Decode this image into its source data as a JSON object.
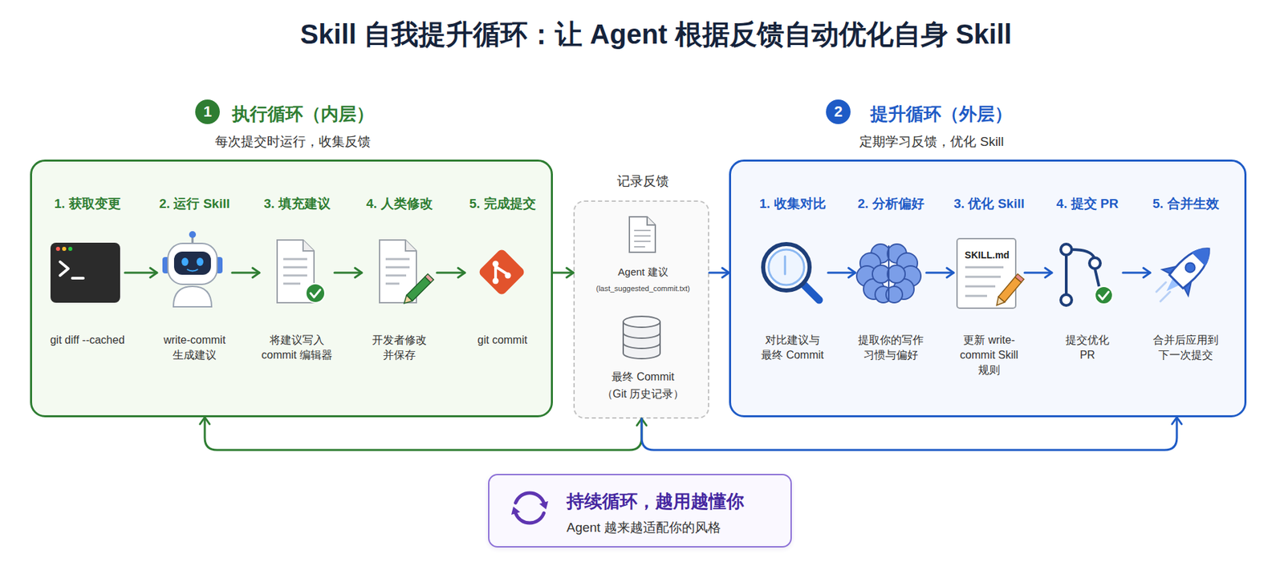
{
  "diagram": {
    "title": "Skill 自我提升循环：让 Agent 根据反馈自动优化自身 Skill",
    "nodes": [
      {
        "text": [
          "执行循环（内层）",
          "每次提交时运行，收集反馈"
        ]
      },
      {
        "text": [
          "1. 获取变更",
          "git diff --cached"
        ],
        "in": 0
      },
      {
        "text": [
          "2. 运行 Skill",
          "write-commit 生成建议"
        ],
        "in": 0
      },
      {
        "text": [
          "3. 填充建议",
          "将建议写入 commit 编辑器"
        ],
        "in": 0
      },
      {
        "text": [
          "4. 人类修改",
          "开发者修改 并保存"
        ],
        "in": 0
      },
      {
        "text": [
          "5. 完成提交",
          "git commit"
        ],
        "in": 0
      },
      {
        "text": [
          "记录反馈"
        ]
      },
      {
        "text": [
          "Agent 建议",
          "(last_suggested_commit.txt)"
        ],
        "in": 6
      },
      {
        "text": [
          "最终 Commit",
          "（Git 历史记录）"
        ],
        "in": 6
      },
      {
        "text": [
          "提升循环（外层）",
          "定期学习反馈，优化 Skill"
        ]
      },
      {
        "text": [
          "1. 收集对比",
          "对比建议与 最终 Commit"
        ],
        "in": 9
      },
      {
        "text": [
          "2. 分析偏好",
          "提取你的写作 习惯与偏好"
        ],
        "in": 9
      },
      {
        "text": [
          "3. 优化 Skill",
          "更新 write-commit Skill 规则"
        ],
        "in": 9
      },
      {
        "text": [
          "4. 提交 PR",
          "提交优化 PR"
        ],
        "in": 9
      },
      {
        "text": [
          "5. 合并生效",
          "合并后应用到 下一次提交"
        ],
        "in": 9
      },
      {
        "text": [
          "持续循环，越用越懂你",
          "Agent 越来越适配你的风格"
        ]
      }
    ],
    "edges": [
      {
        "from": 1,
        "to": 2,
        "arrow": "to"
      },
      {
        "from": 2,
        "to": 3,
        "arrow": "to"
      },
      {
        "from": 3,
        "to": 4,
        "arrow": "to"
      },
      {
        "from": 4,
        "to": 5,
        "arrow": "to"
      },
      {
        "from": 0,
        "to": 6,
        "arrow": "to"
      },
      {
        "from": 6,
        "to": 9,
        "arrow": "to"
      },
      {
        "from": 10,
        "to": 11,
        "arrow": "to"
      },
      {
        "from": 11,
        "to": 12,
        "arrow": "to"
      },
      {
        "from": 12,
        "to": 13,
        "arrow": "to"
      },
      {
        "from": 13,
        "to": 14,
        "arrow": "to"
      },
      {
        "from": 6,
        "to": 0,
        "arrow": "both"
      },
      {
        "from": 6,
        "to": 9,
        "arrow": "to"
      }
    ],
    "labels": [
      "1",
      "2",
      "SKILL.md"
    ]
  }
}
